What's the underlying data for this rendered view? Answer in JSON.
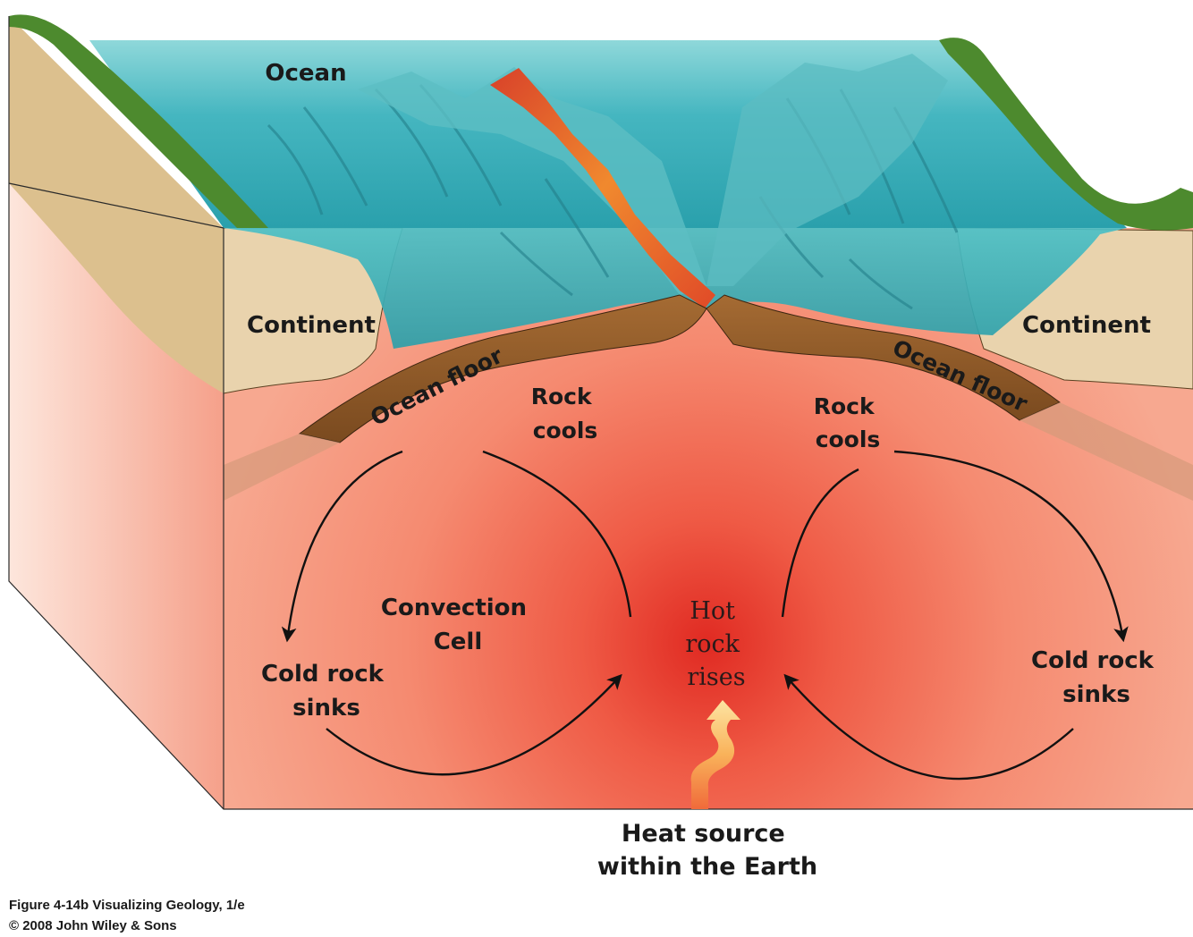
{
  "labels": {
    "ocean": "Ocean",
    "continent_left": "Continent",
    "continent_right": "Continent",
    "ocean_floor_left": "Ocean floor",
    "ocean_floor_right": "Ocean floor",
    "rock_cools_left": [
      "Rock",
      "cools"
    ],
    "rock_cools_right": [
      "Rock",
      "cools"
    ],
    "convection_cell": [
      "Convection",
      "Cell"
    ],
    "cold_rock_sinks_left": [
      "Cold rock",
      "sinks"
    ],
    "cold_rock_sinks_right": [
      "Cold rock",
      "sinks"
    ],
    "hot_rock_rises": [
      "Hot",
      "rock",
      "rises"
    ],
    "heat_source": [
      "Heat source",
      "within the Earth"
    ]
  },
  "caption": {
    "line1": "Figure 4-14b  Visualizing Geology, 1/e",
    "line2": "© 2008 John Wiley & Sons"
  },
  "colors": {
    "ocean": "#3fb3bd",
    "mantle": "#f2836b",
    "mantle_hot": "#e8302a",
    "crust": "#8a5a2b",
    "continent": "#e7cfa6",
    "vegetation": "#4d8a2e",
    "ridge_magma": "#e2562a"
  }
}
